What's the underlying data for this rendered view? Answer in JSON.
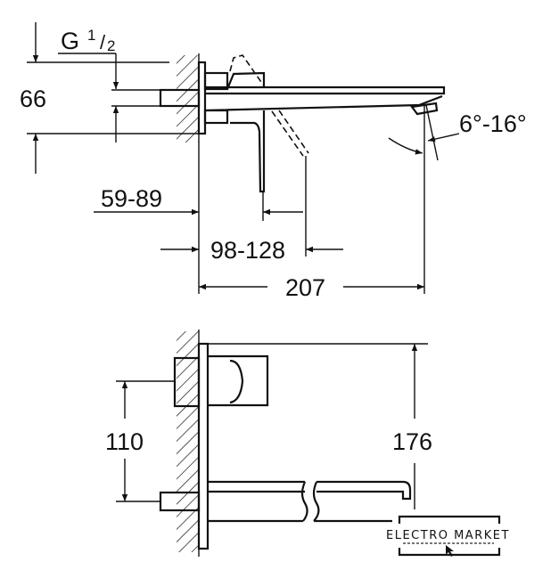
{
  "top_view": {
    "thread_label": "G",
    "thread_sup": "1",
    "thread_sub": "2",
    "dim_height": "66",
    "dim_handle_reach": "59-89",
    "dim_handle_range": "98-128",
    "dim_spout_length": "207",
    "dim_angle": "6°-16°"
  },
  "side_view": {
    "dim_centers": "110",
    "dim_plate_height": "176"
  },
  "watermark": {
    "brand": "ELECTRO MARKET"
  },
  "colors": {
    "line": "#111111",
    "background": "#ffffff"
  }
}
